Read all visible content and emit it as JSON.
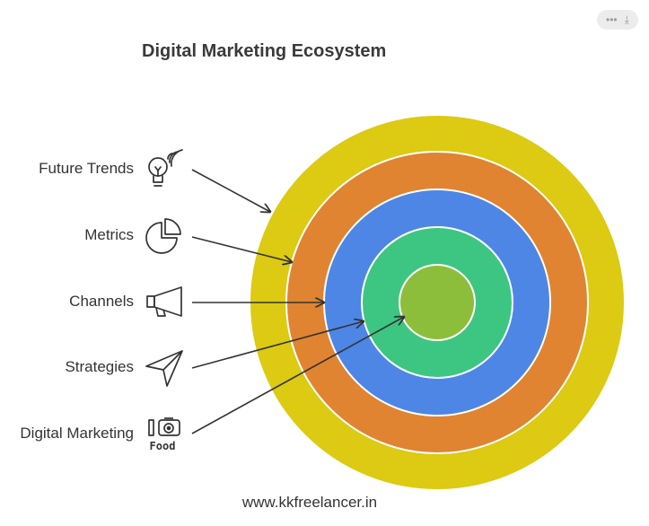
{
  "title": "Digital Marketing Ecosystem",
  "toolbar": {
    "more_icon": "more-icon",
    "download_icon": "download-icon"
  },
  "layers": [
    {
      "label": "Future Trends",
      "icon": "lightbulb-icon",
      "color": "#DCCA13"
    },
    {
      "label": "Metrics",
      "icon": "pie-chart-icon",
      "color": "#E08431"
    },
    {
      "label": "Channels",
      "icon": "megaphone-icon",
      "color": "#4E86E6"
    },
    {
      "label": "Strategies",
      "icon": "paper-plane-icon",
      "color": "#3DC682"
    },
    {
      "label": "Digital Marketing",
      "icon": "food-camera-icon",
      "color": "#8DBE3B",
      "icon_text": "Food"
    }
  ],
  "footer": "www.kkfreelancer.in"
}
